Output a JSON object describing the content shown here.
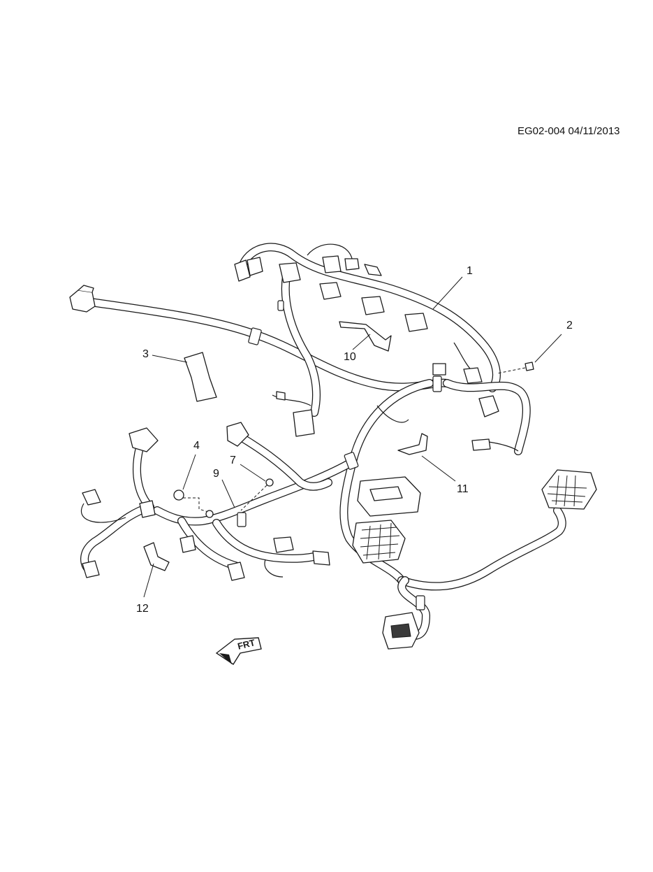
{
  "diagram": {
    "reference": "EG02-004 04/11/2013",
    "callouts": [
      {
        "id": "c1",
        "label": "1"
      },
      {
        "id": "c2",
        "label": "2"
      },
      {
        "id": "c3",
        "label": "3"
      },
      {
        "id": "c4",
        "label": "4"
      },
      {
        "id": "c7",
        "label": "7"
      },
      {
        "id": "c9",
        "label": "9"
      },
      {
        "id": "c10",
        "label": "10"
      },
      {
        "id": "c11",
        "label": "11"
      },
      {
        "id": "c12",
        "label": "12"
      }
    ],
    "direction_arrow": {
      "label": "FRT",
      "icon": "front-direction-arrow-icon"
    }
  }
}
